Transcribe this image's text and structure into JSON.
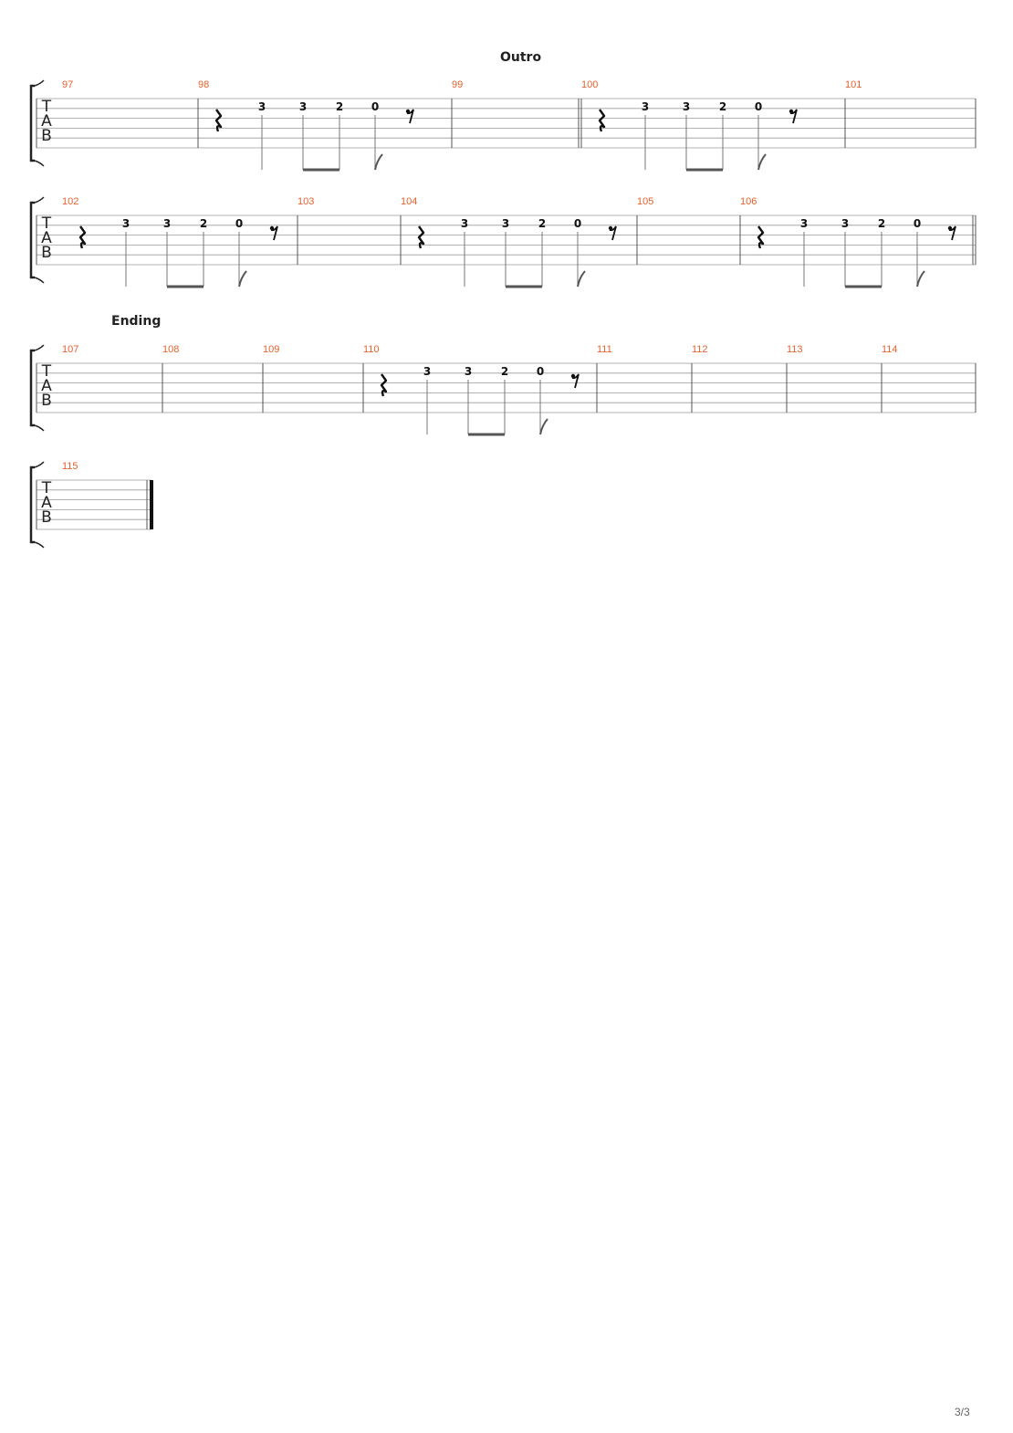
{
  "sections": [
    {
      "label": "Outro"
    },
    {
      "label": "Ending"
    }
  ],
  "tab_clef": [
    "T",
    "A",
    "B"
  ],
  "colors": {
    "measure_number": "#e8602c",
    "staff_line": "#9a9a9a",
    "barline": "#555555",
    "note": "#111111"
  },
  "riff": [
    "3",
    "3",
    "2",
    "0"
  ],
  "systems": [
    {
      "measures": [
        {
          "number": "97",
          "riff": false
        },
        {
          "number": "98",
          "riff": true
        },
        {
          "number": "99",
          "riff": false
        },
        {
          "number": "100",
          "riff": true
        },
        {
          "number": "101",
          "riff": false
        }
      ]
    },
    {
      "measures": [
        {
          "number": "102",
          "riff": true
        },
        {
          "number": "103",
          "riff": false
        },
        {
          "number": "104",
          "riff": true
        },
        {
          "number": "105",
          "riff": false
        },
        {
          "number": "106",
          "riff": true
        }
      ]
    },
    {
      "measures": [
        {
          "number": "107",
          "riff": false
        },
        {
          "number": "108",
          "riff": false
        },
        {
          "number": "109",
          "riff": false
        },
        {
          "number": "110",
          "riff": true
        },
        {
          "number": "111",
          "riff": false
        },
        {
          "number": "112",
          "riff": false
        },
        {
          "number": "113",
          "riff": false
        },
        {
          "number": "114",
          "riff": false
        }
      ]
    },
    {
      "measures": [
        {
          "number": "115",
          "riff": false
        }
      ]
    }
  ],
  "page_number": "3/3"
}
